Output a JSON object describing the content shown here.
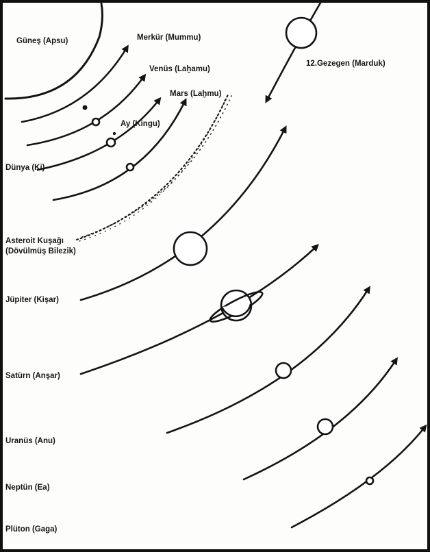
{
  "sun_label": "Güneş (Apsu)",
  "planets": [
    {
      "key": "mercury",
      "label": "Merkür (Mummu)"
    },
    {
      "key": "venus",
      "label": "Venüs (Laḫamu)"
    },
    {
      "key": "mars",
      "label": "Mars (Laḫmu)"
    },
    {
      "key": "moon",
      "label": "Ay (Kingu)"
    },
    {
      "key": "earth",
      "label": "Dünya (Ki)"
    },
    {
      "key": "asteroid-belt",
      "label": "Asteroit Kuşağı",
      "label_2": "(Dövülmüş Bilezik)"
    },
    {
      "key": "jupiter",
      "label": "Jüpiter (Kişar)"
    },
    {
      "key": "saturn",
      "label": "Satürn (Anşar)"
    },
    {
      "key": "uranus",
      "label": "Uranüs (Anu)"
    },
    {
      "key": "neptune",
      "label": "Neptün (Ea)"
    },
    {
      "key": "pluto",
      "label": "Plüton (Gaga)"
    }
  ],
  "marduk_label": "12.Gezegen (Marduk)",
  "colors": {
    "ink": "#141414",
    "paper": "#fdfdfb",
    "frame": "#111111"
  }
}
